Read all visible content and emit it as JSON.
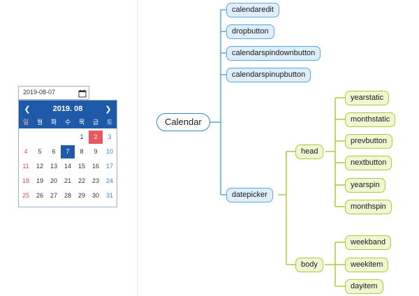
{
  "calendar": {
    "edit_value": "2019-08-07",
    "drop_icon": "calendar-icon",
    "prev_icon": "chevron-left",
    "next_icon": "chevron-right",
    "year_month": "2019. 08",
    "weekdays": [
      "일",
      "월",
      "화",
      "수",
      "목",
      "금",
      "토"
    ],
    "days": [
      [
        "",
        "",
        "",
        "",
        "1",
        "2",
        "3"
      ],
      [
        "4",
        "5",
        "6",
        "7",
        "8",
        "9",
        "10"
      ],
      [
        "11",
        "12",
        "13",
        "14",
        "15",
        "16",
        "17"
      ],
      [
        "18",
        "19",
        "20",
        "21",
        "22",
        "23",
        "24"
      ],
      [
        "25",
        "26",
        "27",
        "28",
        "29",
        "30",
        "31"
      ]
    ],
    "selected_day": "7",
    "highlight_day": "2",
    "colors": {
      "header": "#1f5aa8",
      "sunday": "#e04848",
      "saturday": "#3b86c9",
      "highlight": "#e8595f",
      "selected": "#1f5aa8"
    }
  },
  "diagram": {
    "root": "Calendar",
    "level1": [
      "calendaredit",
      "dropbutton",
      "calendarspindownbutton",
      "calendarspinupbutton",
      "datepicker"
    ],
    "level2": [
      "head",
      "body"
    ],
    "head_children": [
      "yearstatic",
      "monthstatic",
      "prevbutton",
      "nextbutton",
      "yearspin",
      "monthspin"
    ],
    "body_children": [
      "weekband",
      "weekitem",
      "dayitem"
    ],
    "colors": {
      "root_border": "#3a84c8",
      "blue_border": "#5aa6df",
      "blue_fill": "#deeefa",
      "green_border": "#a9cc3a",
      "green_fill": "#eef6d2"
    }
  }
}
